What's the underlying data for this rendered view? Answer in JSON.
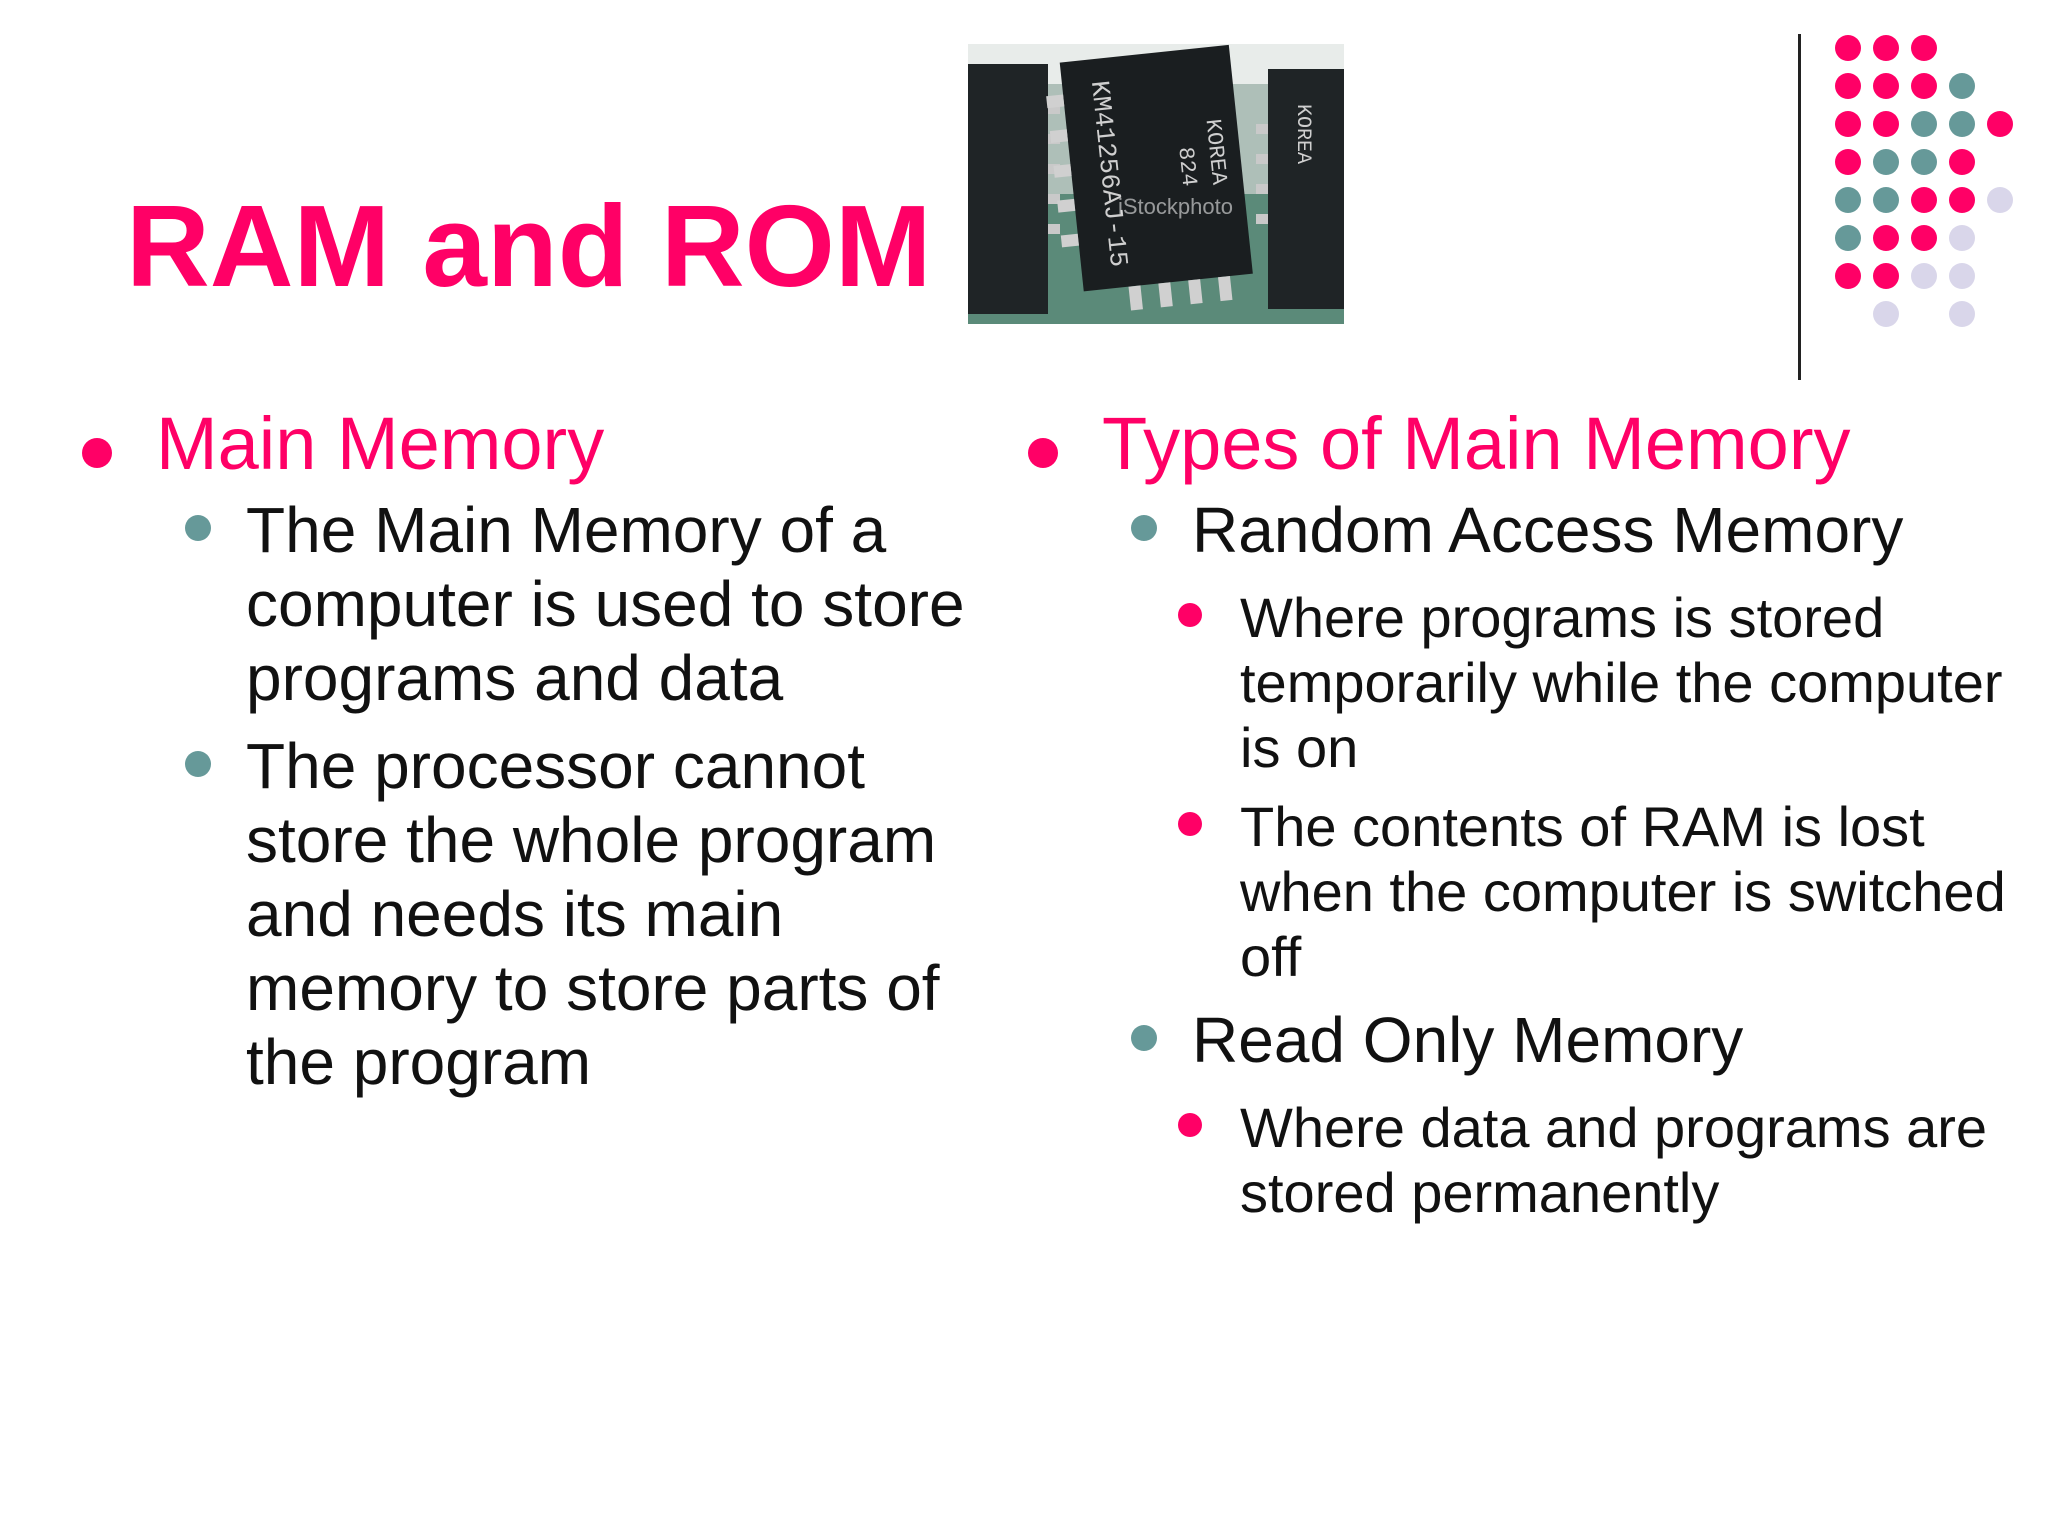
{
  "slide": {
    "title": "RAM and ROM",
    "photo": {
      "chip_labels": [
        "KM41256AJ-15",
        "KOREA",
        "824",
        "KOREA"
      ],
      "watermark": "iStockphoto"
    },
    "left_column": {
      "heading": "Main Memory",
      "points": [
        "The Main Memory of a computer is used to store programs and data",
        "The processor cannot store the whole program and needs its main memory to store parts of the program"
      ]
    },
    "right_column": {
      "heading": "Types of Main Memory",
      "ram": {
        "label": "Random Access Memory",
        "details": [
          "Where programs is stored temporarily while the computer is on",
          "The contents of RAM is lost when the computer is switched off"
        ]
      },
      "rom": {
        "label": "Read Only Memory",
        "details": [
          "Where data and programs are stored permanently"
        ]
      }
    },
    "colors": {
      "accent": "#ff0066",
      "teal": "#669999",
      "lavender": "#d9d6ea",
      "text": "#111111"
    }
  }
}
